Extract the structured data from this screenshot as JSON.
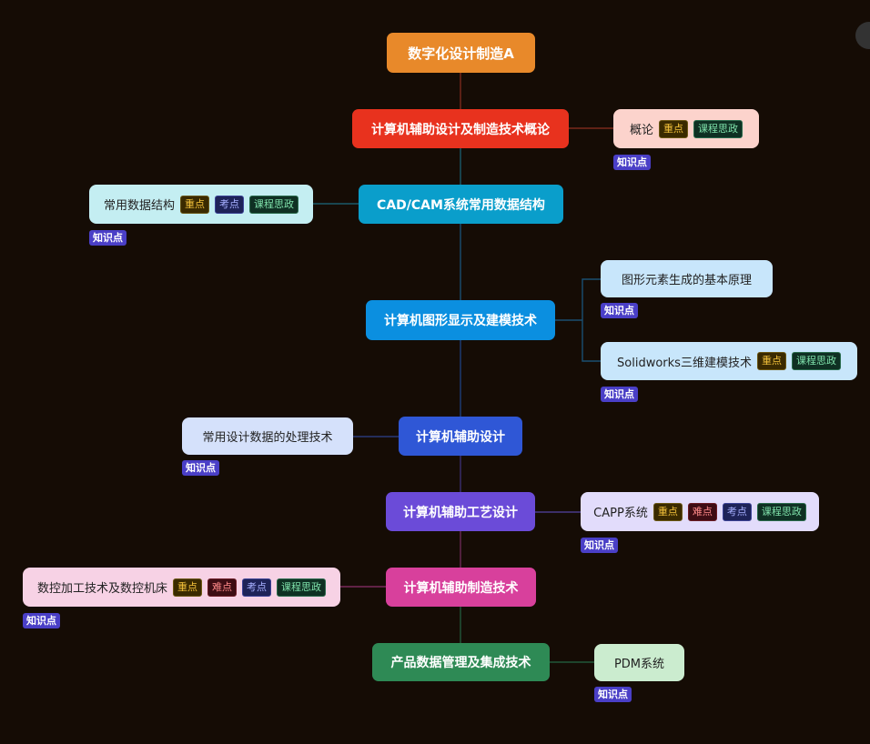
{
  "root": {
    "label": "数字化设计制造A",
    "color": "#e8892a"
  },
  "branches": [
    {
      "label": "计算机辅助设计及制造技术概论",
      "color": "#e8321e"
    },
    {
      "label": "CAD/CAM系统常用数据结构",
      "color": "#0a9ecb"
    },
    {
      "label": "计算机图形显示及建模技术",
      "color": "#0b8fe0"
    },
    {
      "label": "计算机辅助设计",
      "color": "#2f57d6"
    },
    {
      "label": "计算机辅助工艺设计",
      "color": "#6b4bd8"
    },
    {
      "label": "计算机辅助制造技术",
      "color": "#d8409c"
    },
    {
      "label": "产品数据管理及集成技术",
      "color": "#2e8a55"
    }
  ],
  "leaves": [
    {
      "label": "概论",
      "tags": [
        "重点",
        "课程思政"
      ]
    },
    {
      "label": "常用数据结构",
      "tags": [
        "重点",
        "考点",
        "课程思政"
      ]
    },
    {
      "label": "图形元素生成的基本原理",
      "tags": []
    },
    {
      "label": "Solidworks三维建模技术",
      "tags": [
        "重点",
        "课程思政"
      ]
    },
    {
      "label": "常用设计数据的处理技术",
      "tags": []
    },
    {
      "label": "CAPP系统",
      "tags": [
        "重点",
        "难点",
        "考点",
        "课程思政"
      ]
    },
    {
      "label": "数控加工技术及数控机床",
      "tags": [
        "重点",
        "难点",
        "考点",
        "课程思政"
      ]
    },
    {
      "label": "PDM系统",
      "tags": []
    }
  ],
  "knowledge_point_label": "知识点"
}
